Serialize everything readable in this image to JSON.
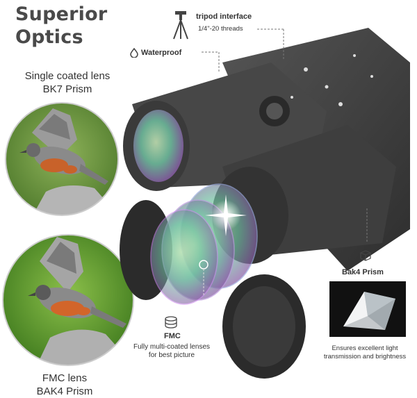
{
  "title": {
    "line1": "Superior",
    "line2": "Optics"
  },
  "top_bird": {
    "caption_line1": "Single coated lens",
    "caption_line2": "BK7 Prism"
  },
  "bottom_bird": {
    "caption_line1": "FMC lens",
    "caption_line2": "BAK4 Prism"
  },
  "tripod": {
    "label": "tripod interface",
    "detail": "1/4\"-20 threads"
  },
  "waterproof": {
    "label": "Waterproof"
  },
  "fmc": {
    "label": "FMC",
    "desc_line1": "Fully multi-coated lenses",
    "desc_line2": "for best picture"
  },
  "prism": {
    "label": "Bak4 Prism",
    "desc_line1": "Ensures excellent light",
    "desc_line2": "transmission and brightness"
  },
  "colors": {
    "title": "#4a4a4a",
    "text": "#333333",
    "bird_orange": "#c8622a",
    "bg_green": "#6e9a3a"
  }
}
